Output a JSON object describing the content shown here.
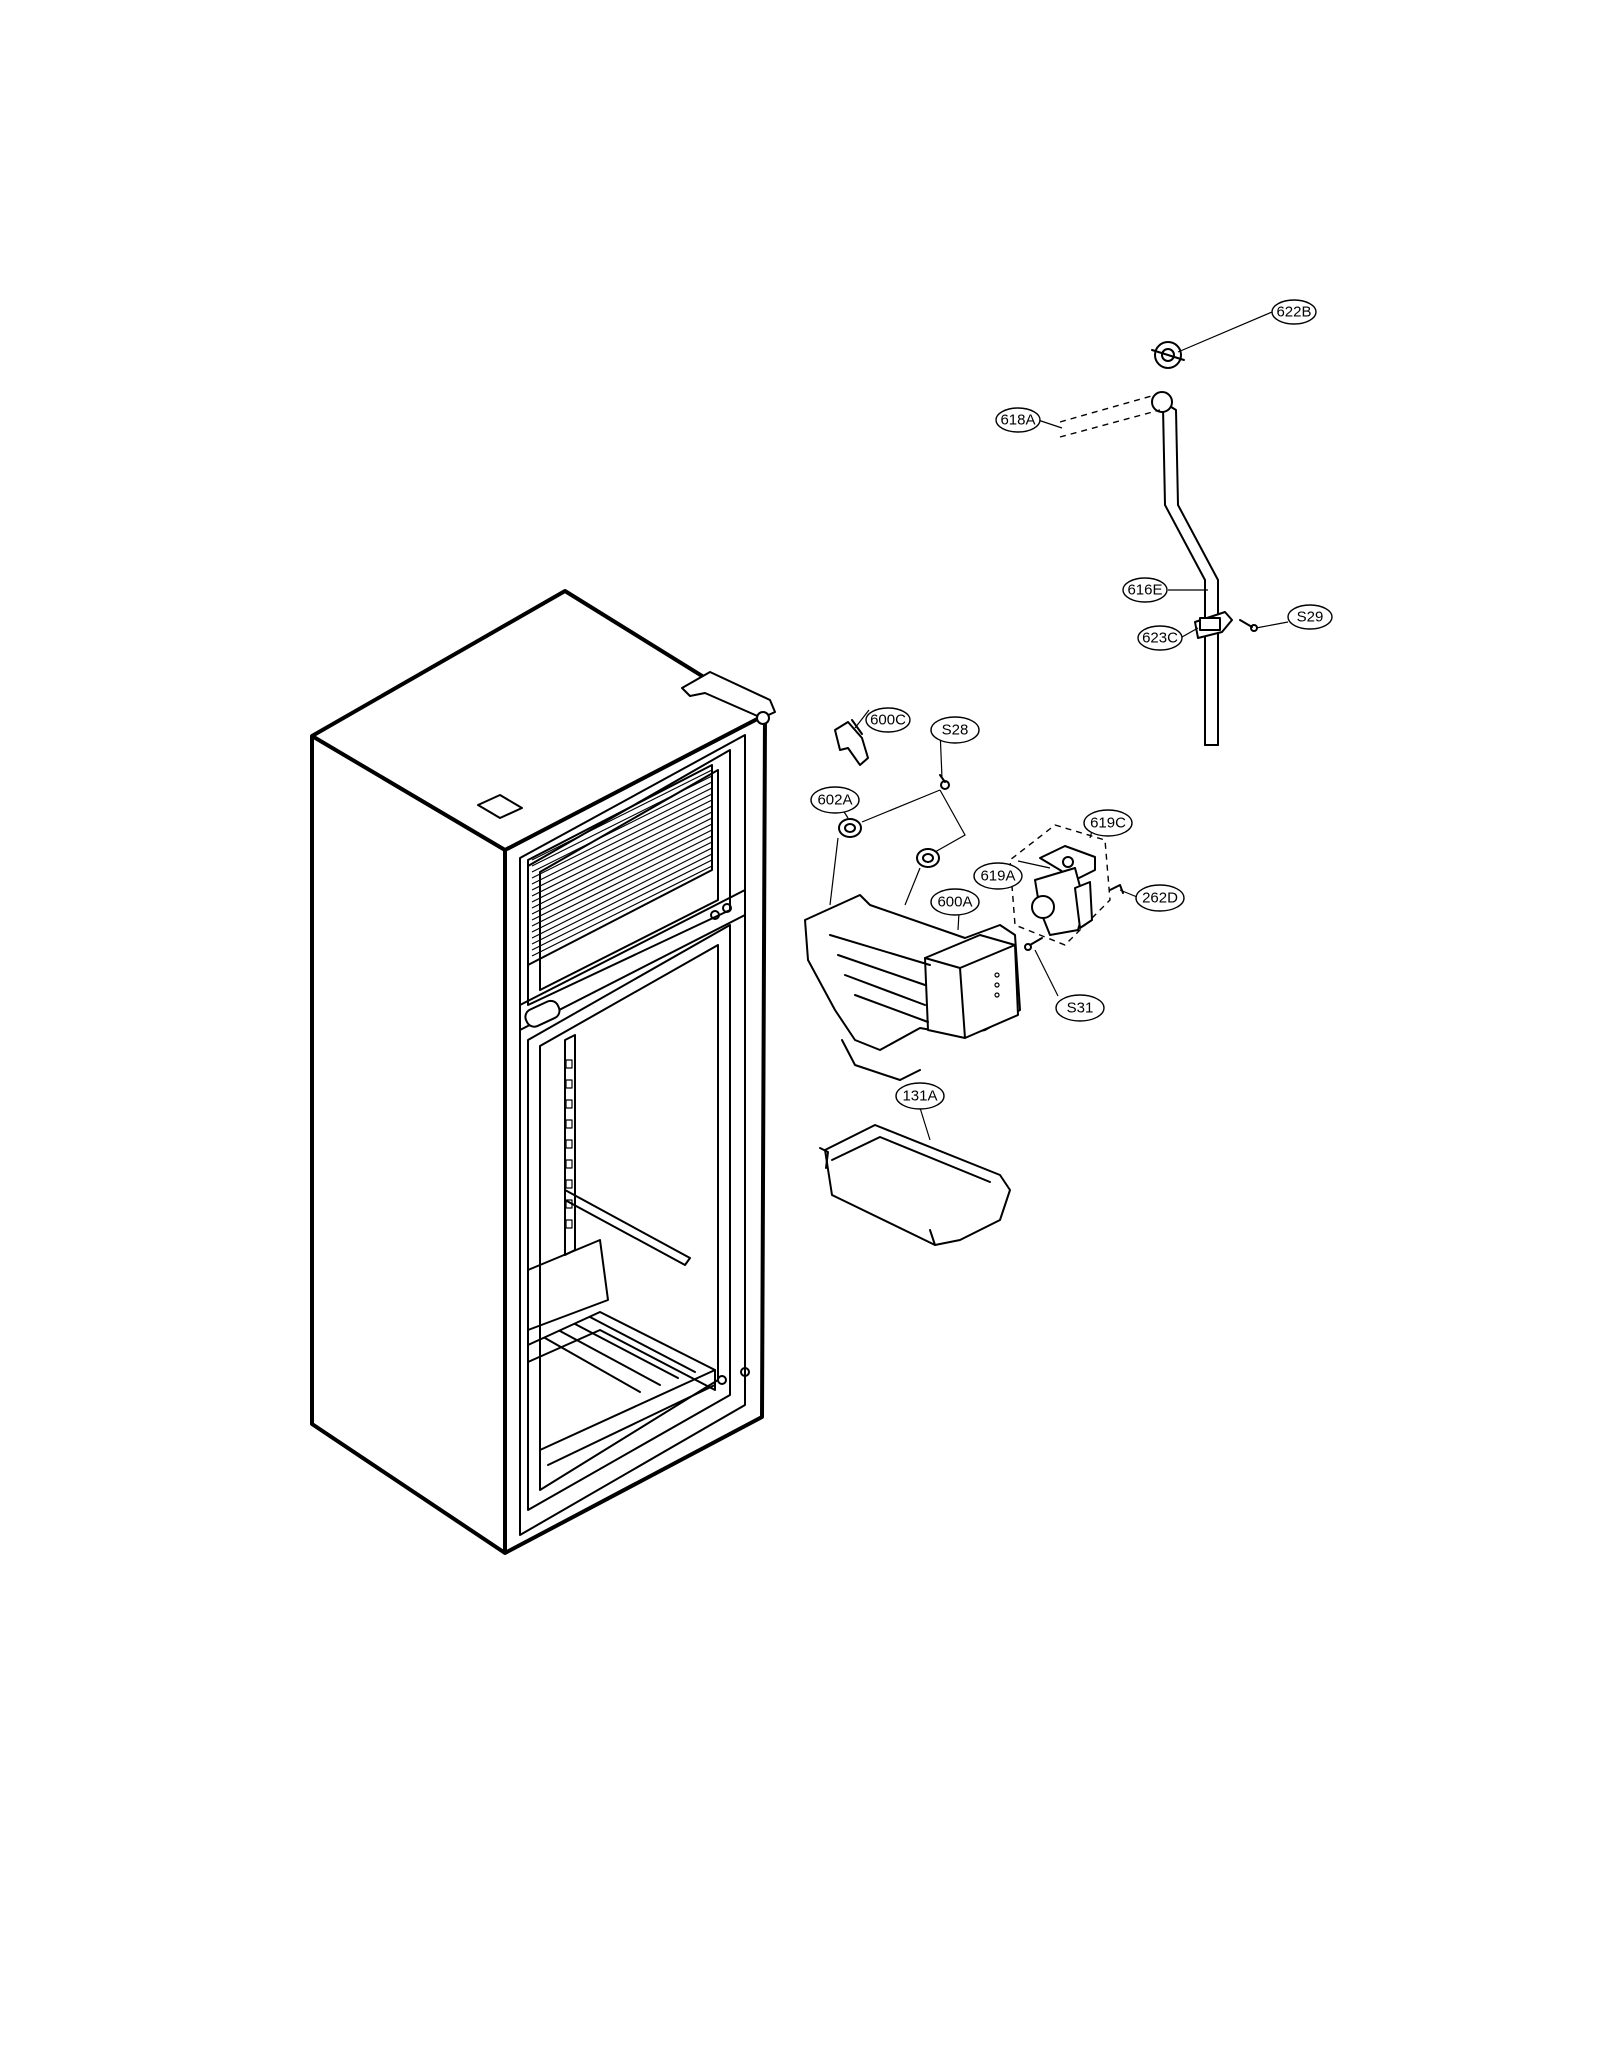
{
  "labels": {
    "622B": "622B",
    "618A": "618A",
    "616E": "616E",
    "623C": "623C",
    "S29": "S29",
    "600C": "600C",
    "S28": "S28",
    "602A": "602A",
    "619C": "619C",
    "619A": "619A",
    "262D": "262D",
    "600A": "600A",
    "S31": "S31",
    "131A": "131A"
  }
}
